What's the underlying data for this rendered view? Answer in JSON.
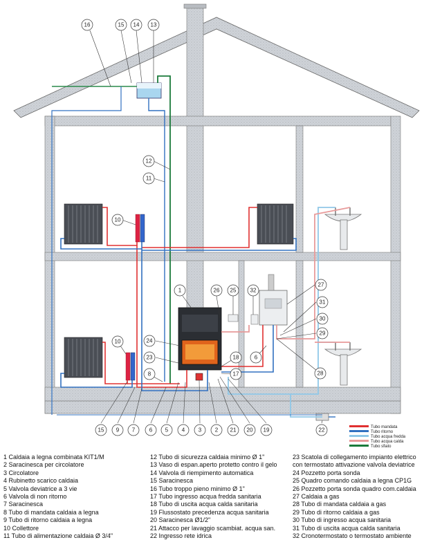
{
  "callouts": [
    "16",
    "15",
    "14",
    "13",
    "12",
    "11",
    "10",
    "1",
    "26",
    "25",
    "32",
    "27",
    "31",
    "30",
    "29",
    "24",
    "23",
    "18",
    "17",
    "6",
    "28",
    "8",
    "10",
    "15",
    "9",
    "7",
    "6",
    "5",
    "4",
    "3",
    "2",
    "21",
    "20",
    "19",
    "22"
  ],
  "pipe_legend": {
    "items": [
      {
        "label": "Tubo mandata",
        "color": "#e03030"
      },
      {
        "label": "Tubo ritorno",
        "color": "#3070c0"
      },
      {
        "label": "Tubo acqua fredda",
        "color": "#90c8e8"
      },
      {
        "label": "Tubo acqua calda",
        "color": "#e89a9a"
      },
      {
        "label": "Tubo sfiato",
        "color": "#1a7a3a"
      }
    ]
  },
  "parts_legend": {
    "col1": [
      "1 Caldaia a legna combinata KIT1/M",
      "2 Saracinesca per circolatore",
      "3 Circolatore",
      "4 Rubinetto scarico caldaia",
      "5 Valvola deviatrice a 3 vie",
      "6 Valvola di non ritorno",
      "7 Saracinesca",
      "8 Tubo di mandata caldaia a legna",
      "9 Tubo di ritorno caldaia a legna",
      "10 Collettore",
      "11 Tubo di alimentazione caldaia Ø 3/4\""
    ],
    "col2": [
      "12 Tubo di sicurezza caldaia minimo Ø 1\"",
      "13 Vaso di espan.aperto protetto contro il gelo",
      "14 Valvola di riempimento automatica",
      "15 Saracinesca",
      "16 Tubo troppo pieno minimo Ø 1\"",
      "17 Tubo ingresso acqua fredda sanitaria",
      "18 Tubo di uscita acqua calda sanitaria",
      "19 Flussostato precedenza acqua sanitaria",
      "20 Saracinesca Ø1/2\"",
      "21 Attacco per lavaggio scambiat. acqua san.",
      "22 Ingresso rete idrica"
    ],
    "col3": [
      "23 Scatola di collegamento impianto elettrico",
      "con termostato attivazione valvola deviatrice",
      "24 Pozzetto porta sonda",
      "25 Quadro comando caldaia a legna CP1G",
      "26 Pozzetto porta sonda quadro com.caldaia",
      "27 Caldaia a gas",
      "28 Tubo di mandata caldaia a gas",
      "29 Tubo di ritorno caldaia a gas",
      "30 Tubo di ingresso acqua sanitaria",
      "31 Tubo di uscita acqua calda sanitaria",
      "32 Cronotermostato o termostato ambiente"
    ]
  }
}
